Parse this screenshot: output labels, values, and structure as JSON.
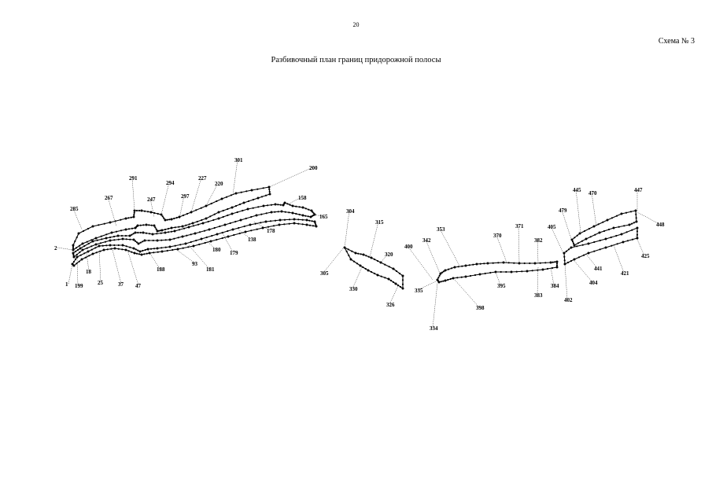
{
  "header": {
    "page_number": "20",
    "scheme_label": "Схема № 3",
    "title": "Разбивочный план границ придорожной полосы"
  },
  "point_labels": [
    "1",
    "2",
    "285",
    "267",
    "291",
    "247",
    "294",
    "297",
    "227",
    "220",
    "301",
    "200",
    "158",
    "165",
    "178",
    "138",
    "179",
    "180",
    "181",
    "93",
    "188",
    "47",
    "37",
    "25",
    "18",
    "199",
    "304",
    "315",
    "320",
    "305",
    "330",
    "326",
    "400",
    "342",
    "353",
    "335",
    "334",
    "398",
    "370",
    "371",
    "382",
    "395",
    "383",
    "384",
    "445",
    "470",
    "447",
    "479",
    "405",
    "448",
    "425",
    "421",
    "441",
    "404",
    "402"
  ]
}
